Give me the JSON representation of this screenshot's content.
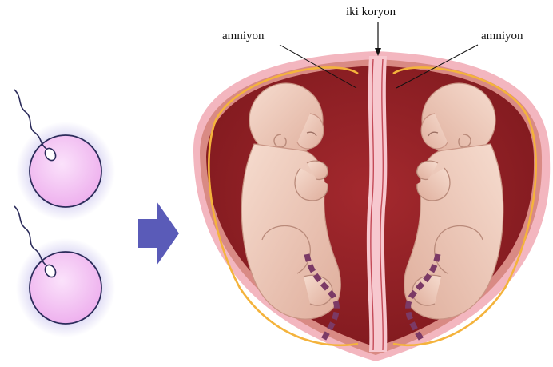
{
  "labels": {
    "left_amnion": "amniyon",
    "chorion": "iki koryon",
    "right_amnion": "amniyon"
  },
  "colors": {
    "uterus_outer": "#f3b6bf",
    "uterus_wall": "#d98a84",
    "cavity": "#8e1f24",
    "amnion_line": "#f4b33c",
    "septum": "#f7c8cf",
    "fetus_skin": "#efcbbe",
    "egg_fill": "#f3bff3",
    "egg_glow": "#c9c3ee",
    "arrow": "#5a5bb8"
  }
}
